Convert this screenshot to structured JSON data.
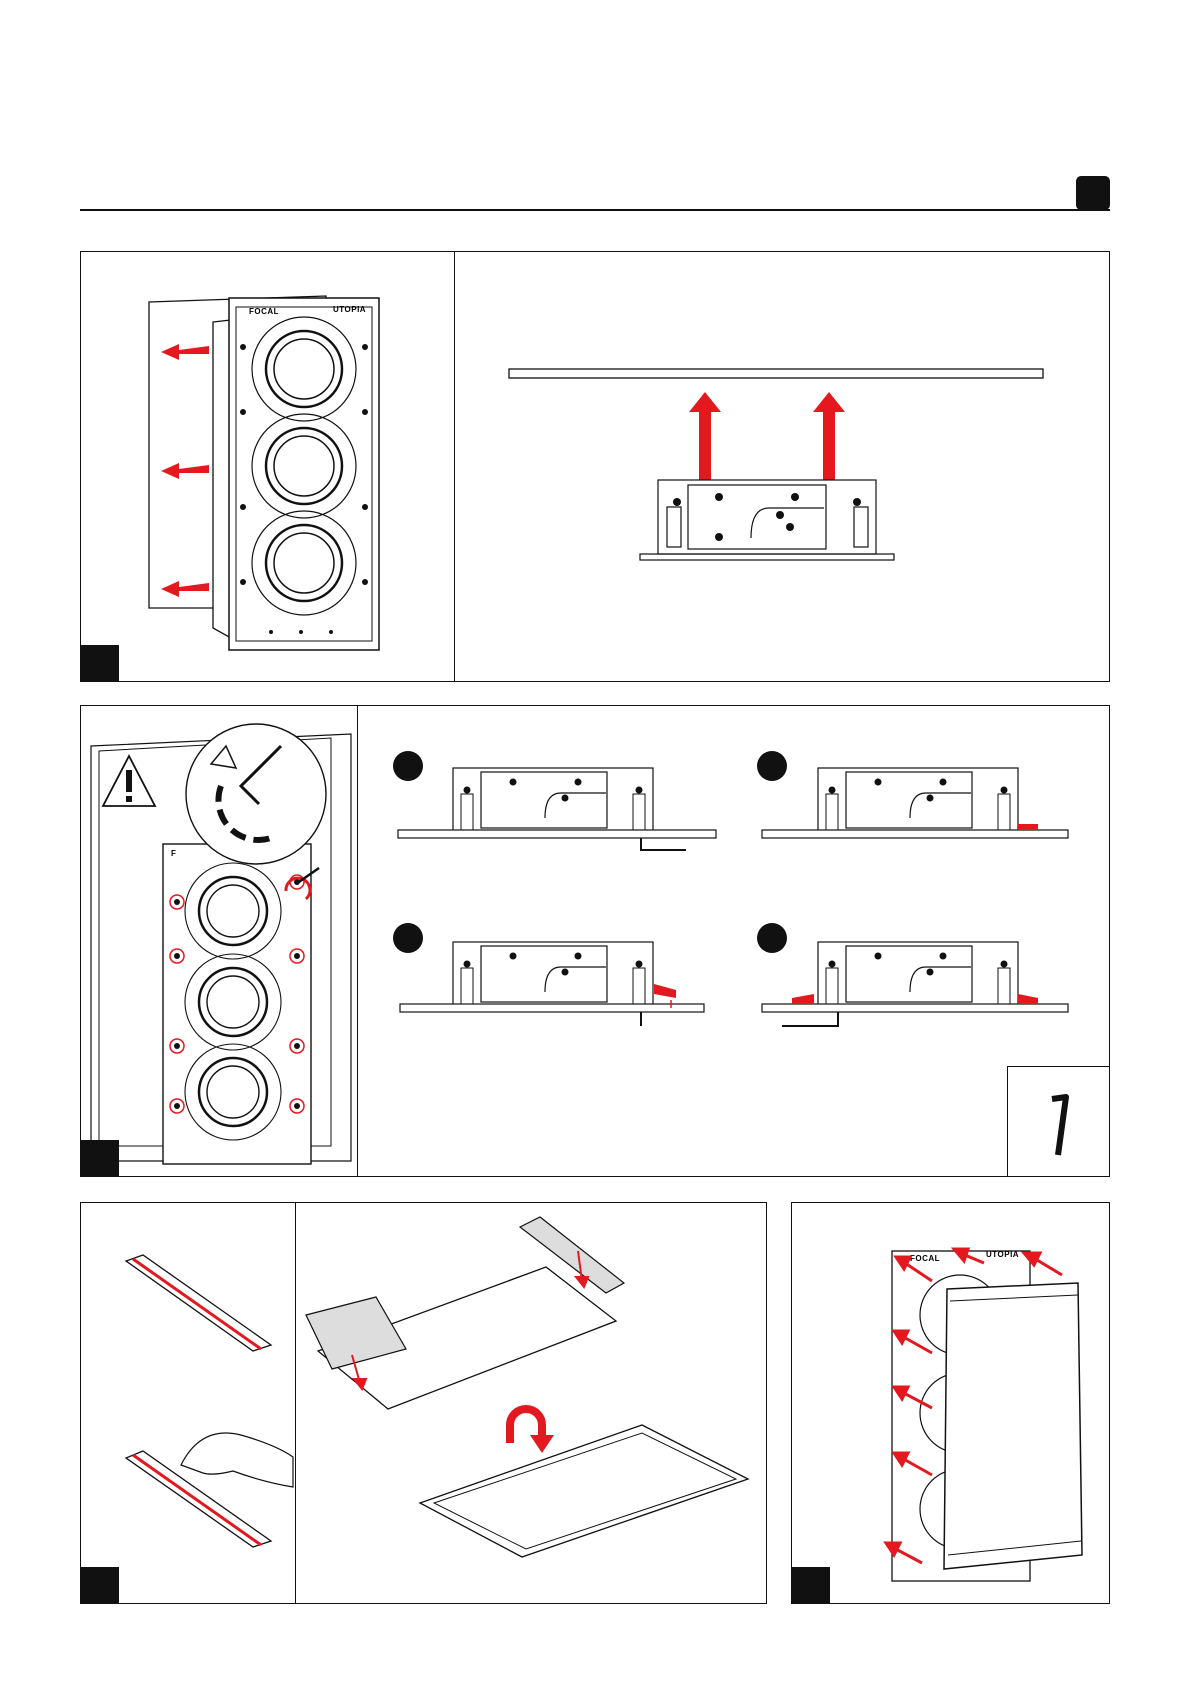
{
  "header": {
    "page_tab": ""
  },
  "brand": {
    "left": "FOCAL",
    "right": "UTOPIA",
    "small": "F"
  },
  "colors": {
    "accent": "#e3191f",
    "ink": "#111111",
    "paper": "#ffffff"
  },
  "icons": [
    "arrow-icon",
    "warning-icon",
    "hex-key-icon",
    "rotate-icon",
    "flip-icon"
  ],
  "steps": {
    "step_a": "",
    "step_b": "",
    "step_c": "",
    "step_d": ""
  },
  "sub_steps": [
    "",
    "",
    "",
    ""
  ]
}
